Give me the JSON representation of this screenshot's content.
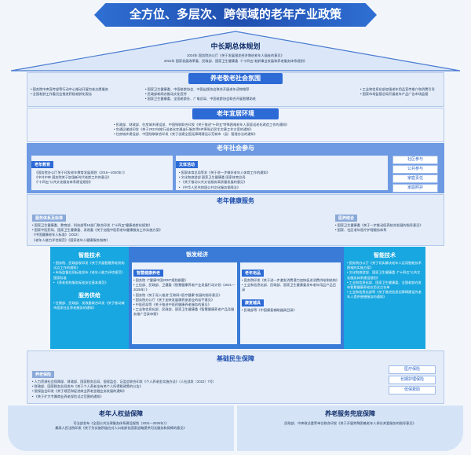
{
  "title": "全方位、多层次、跨领域的老年产业政策",
  "planning": {
    "title": "中长期总体规划",
    "lines": [
      "2024年 国务院办公厅《关于发展银发经济增进老年人福祉的意见》",
      "2021年 国家发展改革委、民政部、国家卫生健康委 《“十四五”老龄事业发展和养老服务体系规划》"
    ]
  },
  "social_atmosphere": {
    "title": "养老敬老社会氛围",
    "left": [
      "• 国务院中央宣传部等行动中心推动开展为老志愿服务",
      "• 全国老龄工作委员会推进积极老龄化观念"
    ],
    "mid": [
      "• 国家卫生健康委、中国老龄协会、中国出版协会联合开展老年读物推荐",
      "• 民政部新闻办推动文化宣传",
      "• 国家卫生健康委、全国老龄办、广电总局、中国老龄协会联合开展智慧助老"
    ],
    "right": [
      "• 工业和信息化部加强老年用品宣传推介和消费引导",
      "• 国家市场监管总局开展老年产品广告市场监管"
    ]
  },
  "livable": {
    "title": "老年宜居环境",
    "lines": [
      "• 民政部、财政部、住房城乡建设部、中国残联联合印发《关于推进“十四五”特殊困难老年人家庭适老化改造工作的通知》",
      "• 交通运输部印发《关于2022年推行适老化交通出行服务等5件更贴近民生实事工作方案的通知》",
      "• 住房城乡建设部、中国残联联合印发《关于创建全国无障碍建设示范城市（县）管理办法的通知》"
    ]
  },
  "participation": {
    "title": "老年社会参与",
    "edu_label": "老年教育",
    "edu_lines": [
      "《国务院办公厅关于印发老年教育发展规划（2016—2020年）》",
      "《中共中央 国务院关于加强新时代老龄工作的意见》",
      "《“十四五”公共文化服务体系建设规划》"
    ],
    "culture_label": "文体活动",
    "culture_lines": [
      "• 国家体育总局等发《关于进一步做好老年人体育工作的通知》",
      "• 文化和旅游部 国家卫生健康委 国家体育总局",
      "• 《关于推动公共文化服务高质量发展的意见》",
      "• 《中华人民共和国公共文化服务保障法》"
    ],
    "side_chips": [
      "社区参与",
      "公共参与",
      "家庭责任",
      "家庭照护"
    ]
  },
  "health": {
    "title": "老年健康服务",
    "sys_label": "服务体系及标准",
    "sys_lines": [
      "• 国家卫生健康委、教育部、科技部等15部门联合印发《“十四五”健康老龄化规划》",
      "• 国家中医药局、国家卫生健康委、发改委《关于加强中医药老年健康服务工作实施方案》",
      "《中国健康老年人标准》（2022）",
      "《老年人能力评估规范》《国家老年人健康服务指南》"
    ],
    "med_label": "医养结合",
    "med_lines": [
      "• 国家卫生健康委《关于一步推动医养结合发展的指导意见》",
      "• 国家、社区老年医疗护理服务体系"
    ]
  },
  "economy": {
    "title": "银发经济",
    "smart_tech_left_title": "智能技术",
    "smart_tech_left_lines": [
      "• 国务院、民政部发印发《关于开展智慧养老机构试点工作的通知》",
      "• 市场监督总局标准发布《老年人能力评估规范》国家标准",
      "• 《养老机构服务标准安全基本规范》"
    ],
    "supply_title": "服务供给",
    "supply_lines": [
      "• 住建部、民政部、发改委联合印发《关于推动城市居家社区养老服务的通知》"
    ],
    "health_industry_title": "智慧健康养老",
    "health_industry_lines": [
      "• 国务院《“健康中国2030”规划纲要》",
      "• 工信部、民政部、卫健委《智慧健康养老产业发展行动计划（2021—2025年）》",
      "• 国务院《关于深入推进“互联网+医疗健康”发展的指导意见》",
      "• 国务院办公厅《关于加快发展康养旅游业的若干意见》",
      "• 中医药局等《关于推进中医药健康养老服务的意见》",
      "• 工业和信息化部、民政部、国家卫生健康委《智慧健康养老产品及服务推广目录申报》"
    ],
    "goods_title": "老年用品",
    "goods_lines": [
      "• 国务院印发《关于进一步激发消费潜力加快促进消费供给侧结构》",
      "• 工业和信息化部、民政部、国家卫生健康委发布老年用品产品目录"
    ],
    "rehab_title": "康复辅具",
    "rehab_lines": [
      "• 民政部等《中国康复辅助器具目录》"
    ],
    "smart_tech_right_title": "智能技术",
    "smart_tech_right_lines": [
      "• 国务院办公厅《关于切实解决老年人运用智能技术困难的实施方案》",
      "• 文化和旅游部、国家卫生健康委《“十四五”公共文化服务体系建设规划》",
      "• 工业和信息化部、国家卫生健康委、全国老龄办发布智慧健康养老应用试点名单",
      "• 工业和信息化部等《关于推进信息无障碍建设为老年人提供便捷服务的通知》"
    ]
  },
  "basic": {
    "title": "基础民生保障",
    "insurance_label": "养老保险",
    "lines": [
      "• 人力资源社会保障部、财政部、国家税务总局、银保监会、证监会联合印发《个人养老金实施办法》（人社部发〔2022〕7号）",
      "• 财政部、国家税务总局发布《关于个人养老金有关个人所得税政策的公告》",
      "• 银保监会印发《关于规范和促进商业养老金融业务发展的通知》",
      "• 《关于扩大专属商业养老保险试点范围的通知》"
    ],
    "chips": [
      "医疗保险",
      "长期护理保险",
      "低保救助"
    ]
  },
  "bottom_left": {
    "title": "老年人权益保障",
    "lines": [
      "司法部发布《全国公共法律服务体系建设规划（2021—2025年）》",
      "最高人民法院印发《关于为实施积极应对人口老龄化国家战略提供司法服务和保障的意见》"
    ]
  },
  "bottom_right": {
    "title": "养老服务兜底保障",
    "lines": [
      "民政部、中央政法委等单位联合印发《关于开展特殊困难老年人探访关爱服务的指导意见》"
    ]
  }
}
